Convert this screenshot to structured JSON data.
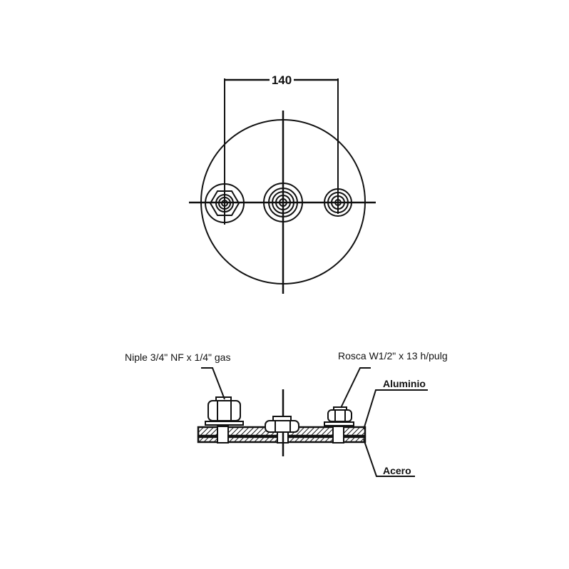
{
  "top_view": {
    "dimension": "140"
  },
  "section_view": {
    "labels": {
      "niple": "Niple 3/4\" NF x 1/4\" gas",
      "rosca": "Rosca W1/2\" x 13 h/pulg",
      "aluminio": "Aluminio",
      "acero": "Acero"
    }
  }
}
